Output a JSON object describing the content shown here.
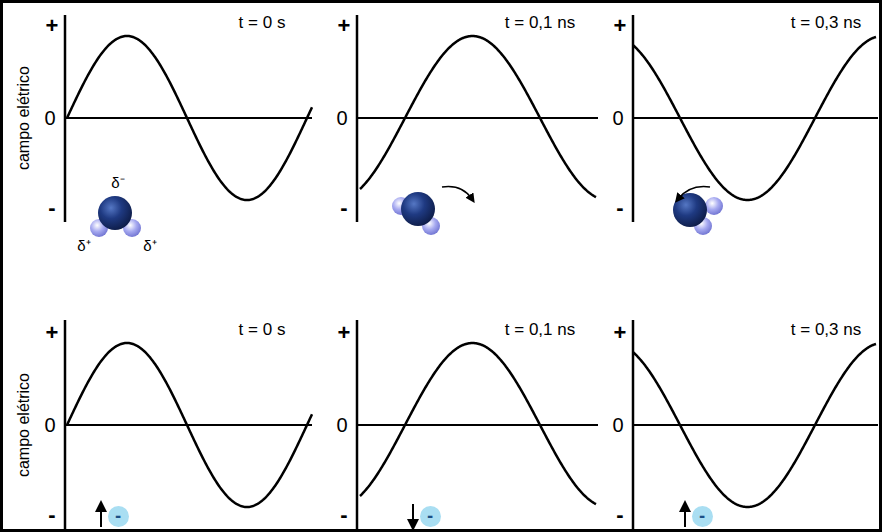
{
  "diagram": {
    "nodes": [
      {
        "text": [
          "-"
        ]
      },
      {
        "text": [
          "-"
        ]
      },
      {
        "text": [
          "-"
        ]
      }
    ],
    "labels": [
      "campo elétrico",
      "+",
      "0",
      "-",
      "t = 0 s",
      "δ⁻",
      "δ⁺",
      "δ⁺",
      "+",
      "0",
      "-",
      "t = 0,1 ns",
      "+",
      "0",
      "-",
      "t = 0,3 ns",
      "campo elétrico",
      "+",
      "0",
      "-",
      "t = 0 s",
      "+",
      "0",
      "-",
      "t = 0,1 ns",
      "+",
      "0",
      "-",
      "t = 0,3 ns"
    ]
  }
}
